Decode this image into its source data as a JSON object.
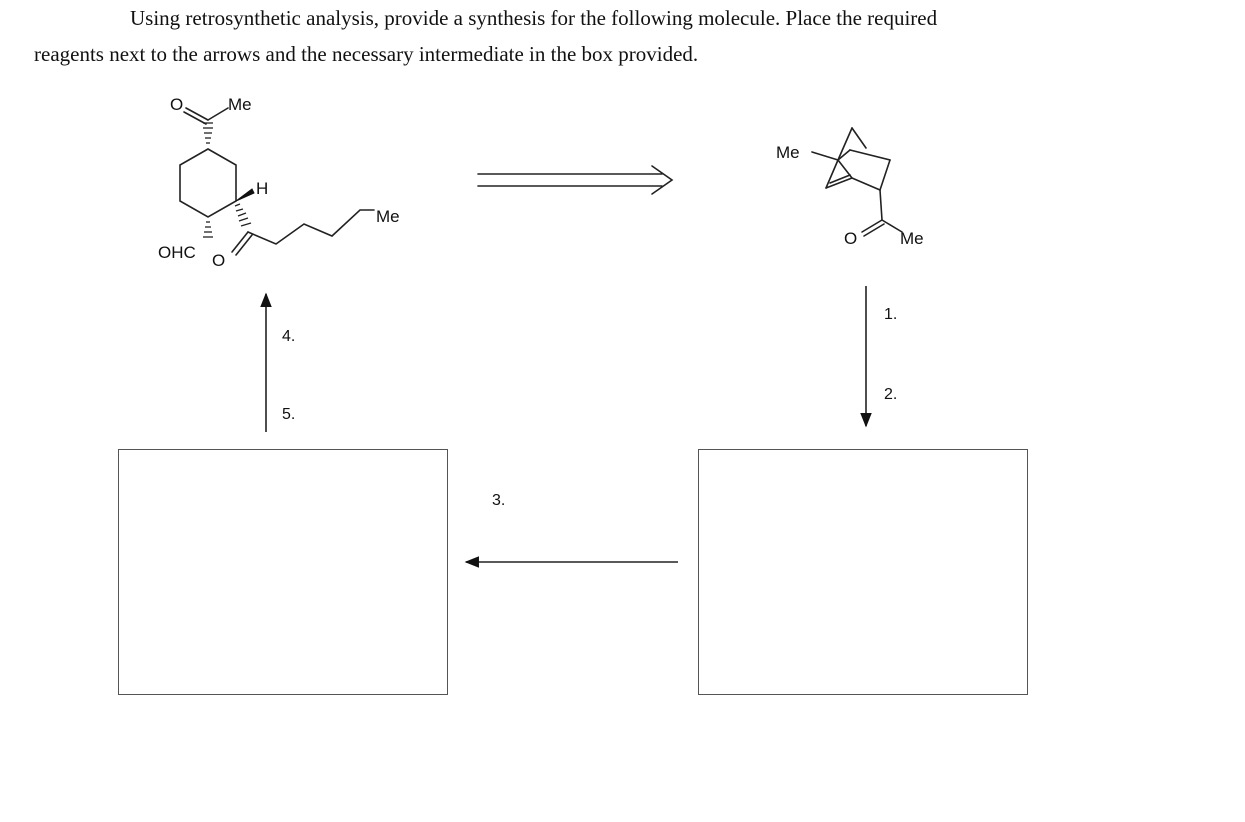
{
  "instructions": {
    "line1": "Using retrosynthetic analysis, provide a synthesis for the following molecule.  Place the required",
    "line2": "reagents next to the arrows and the necessary intermediate in the box provided."
  },
  "target_molecule": {
    "labels": {
      "oxygen_top": "O",
      "methyl_top": "Me",
      "hydrogen": "H",
      "methyl_chain": "Me",
      "aldehyde": "OHC",
      "oxygen_lower": "O"
    }
  },
  "starting_molecule": {
    "labels": {
      "methyl_bridge": "Me",
      "oxygen": "O",
      "methyl_ketone": "Me"
    }
  },
  "steps": {
    "step1": "1.",
    "step2": "2.",
    "step3": "3.",
    "step4": "4.",
    "step5": "5."
  },
  "answer_boxes": [
    "intermediate-box-left",
    "intermediate-box-right"
  ]
}
